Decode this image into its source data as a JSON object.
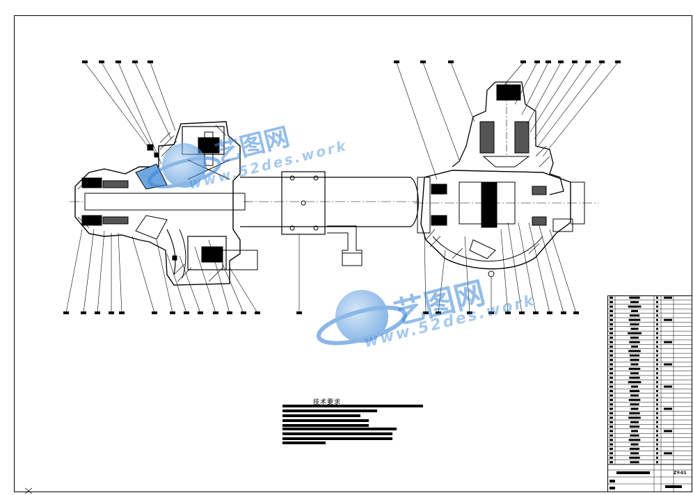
{
  "drawing": {
    "tech_requirements_title": "技术要求",
    "title_block_code": "ZY-01"
  },
  "watermark": {
    "cn": "艺图网",
    "en": "www.52des.work"
  }
}
